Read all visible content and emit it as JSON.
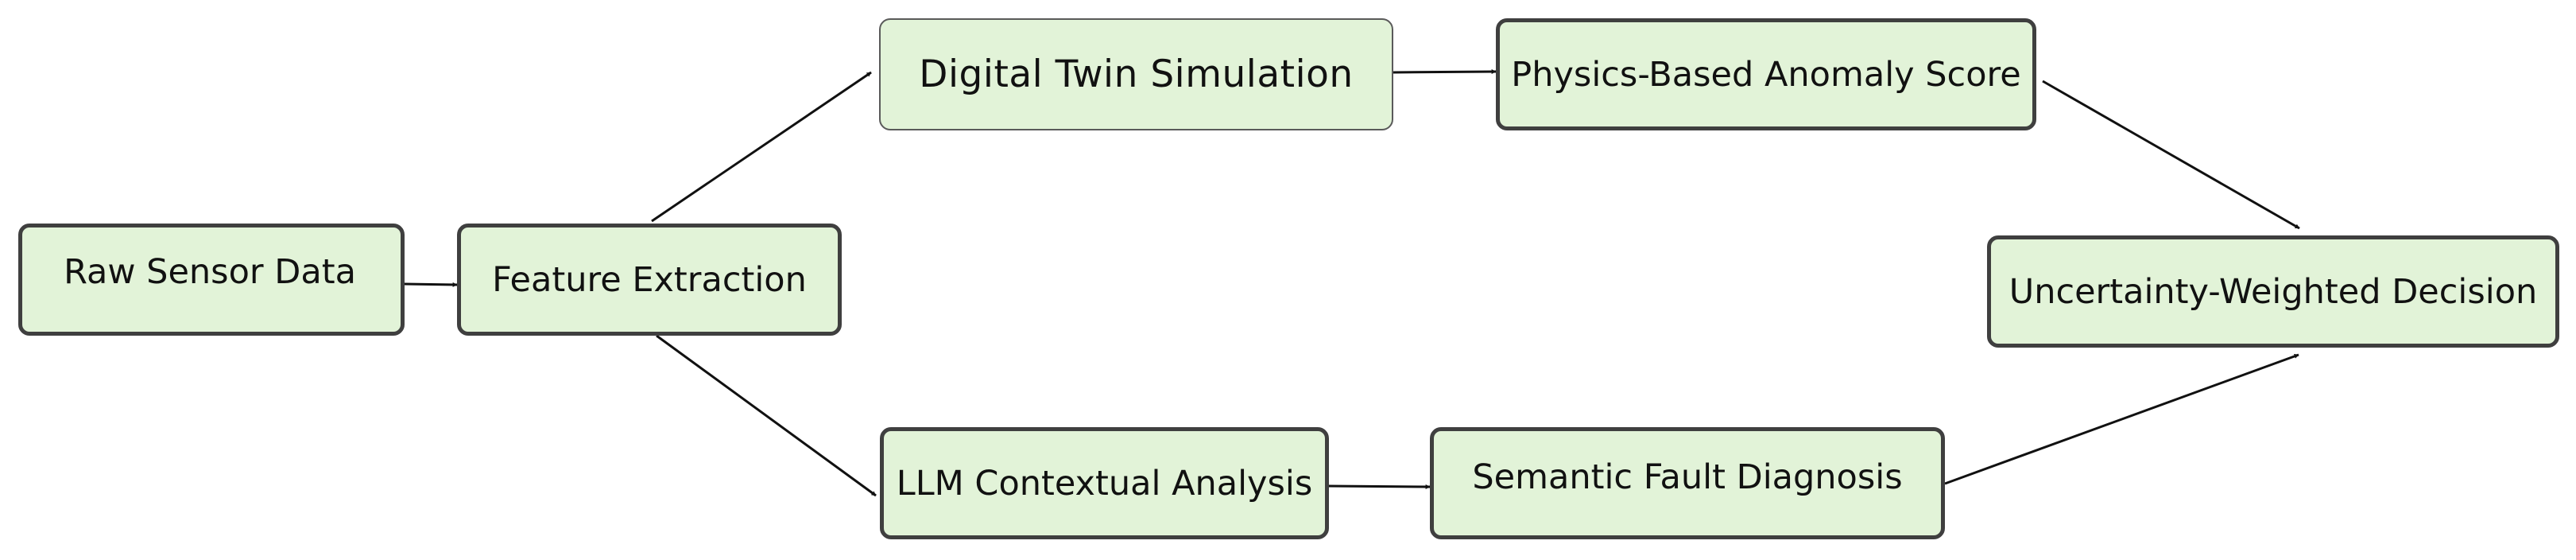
{
  "diagram": {
    "nodes": {
      "raw_sensor_data": "Raw Sensor Data",
      "feature_extraction": "Feature Extraction",
      "digital_twin_simulation": "Digital Twin Simulation",
      "physics_based_anomaly_score": "Physics-Based Anomaly Score",
      "llm_contextual_analysis": "LLM Contextual Analysis",
      "semantic_fault_diagnosis": "Semantic Fault Diagnosis",
      "uncertainty_weighted_decision": "Uncertainty-Weighted Decision"
    },
    "edges": [
      {
        "from": "raw_sensor_data",
        "to": "feature_extraction"
      },
      {
        "from": "feature_extraction",
        "to": "digital_twin_simulation"
      },
      {
        "from": "feature_extraction",
        "to": "llm_contextual_analysis"
      },
      {
        "from": "digital_twin_simulation",
        "to": "physics_based_anomaly_score"
      },
      {
        "from": "llm_contextual_analysis",
        "to": "semantic_fault_diagnosis"
      },
      {
        "from": "physics_based_anomaly_score",
        "to": "uncertainty_weighted_decision"
      },
      {
        "from": "semantic_fault_diagnosis",
        "to": "uncertainty_weighted_decision"
      }
    ],
    "colors": {
      "node_fill": "#e2f3d8",
      "node_border": "#3f3f3f",
      "edge": "#111111",
      "text": "#111111"
    }
  }
}
